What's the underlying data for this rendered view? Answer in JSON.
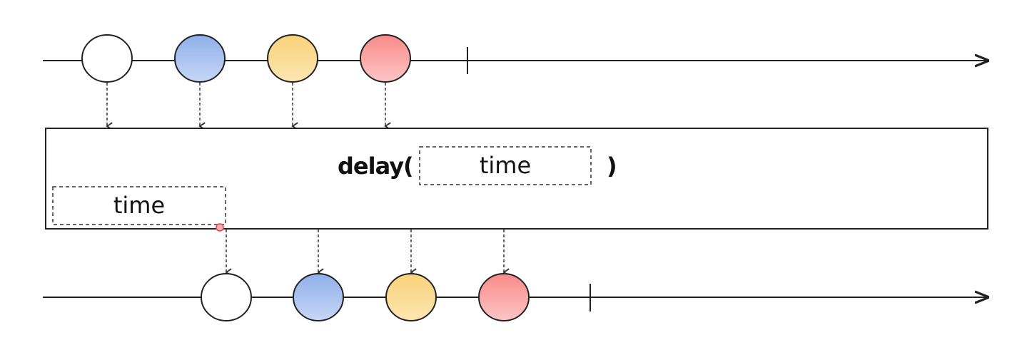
{
  "operator": {
    "name_open": "delay(",
    "param": "time",
    "close": ")"
  },
  "delay_label": "time",
  "marbles": [
    {
      "color_top": "#ffffff",
      "color_bottom": "#ffffff"
    },
    {
      "color_top": "#8fb0ea",
      "color_bottom": "#c7d7f6"
    },
    {
      "color_top": "#f9d27a",
      "color_bottom": "#fde6b2"
    },
    {
      "color_top": "#fa8a8a",
      "color_bottom": "#fcc6c6"
    }
  ],
  "colors": {
    "line": "#222222",
    "box_border": "#222222",
    "dashed": "#333333",
    "pointer_dot": "#e64646"
  }
}
